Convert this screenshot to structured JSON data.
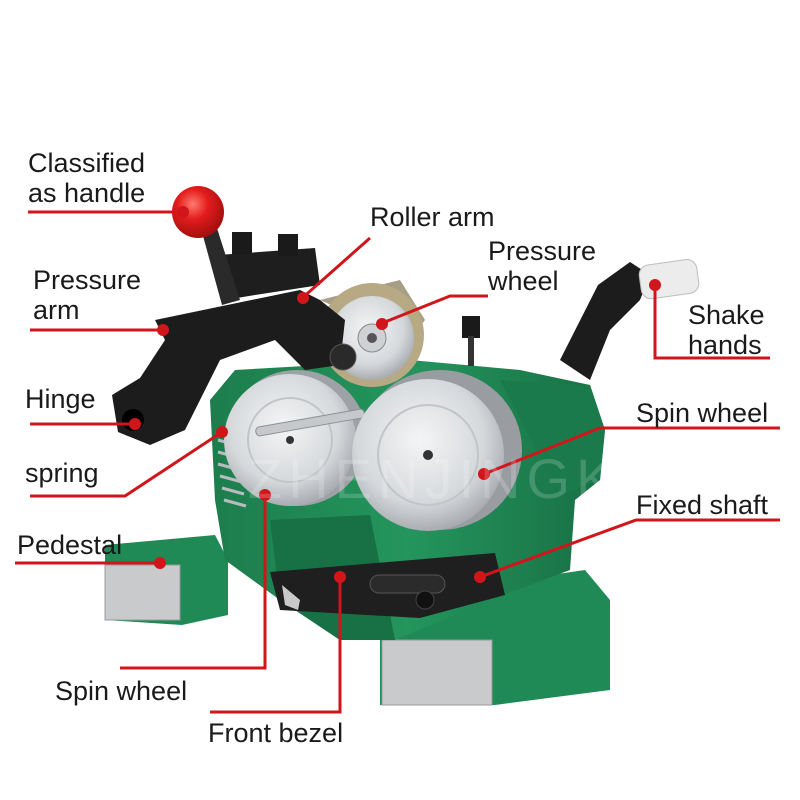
{
  "colors": {
    "leader": "#d0161b",
    "machine_body": "#1f8a55",
    "machine_dark": "#146a3f",
    "arm_black": "#1b1b1b",
    "wheel_silver": "#d9dcdf",
    "knob_red": "#e01d1d",
    "handle_white": "#eeeeee"
  },
  "watermark": "ZHENJINGKEJI",
  "labels": {
    "classified_line1": "Classified",
    "classified_line2": "as handle",
    "roller_arm": "Roller arm",
    "pressure_wheel_line1": "Pressure",
    "pressure_wheel_line2": "wheel",
    "pressure_arm_line1": "Pressure",
    "pressure_arm_line2": "arm",
    "shake_line1": "Shake",
    "shake_line2": "hands",
    "hinge": "Hinge",
    "spin_wheel_right": "Spin wheel",
    "spring": "spring",
    "fixed_shaft": "Fixed shaft",
    "pedestal": "Pedestal",
    "spin_wheel_bottom": "Spin wheel",
    "front_bezel": "Front bezel"
  }
}
